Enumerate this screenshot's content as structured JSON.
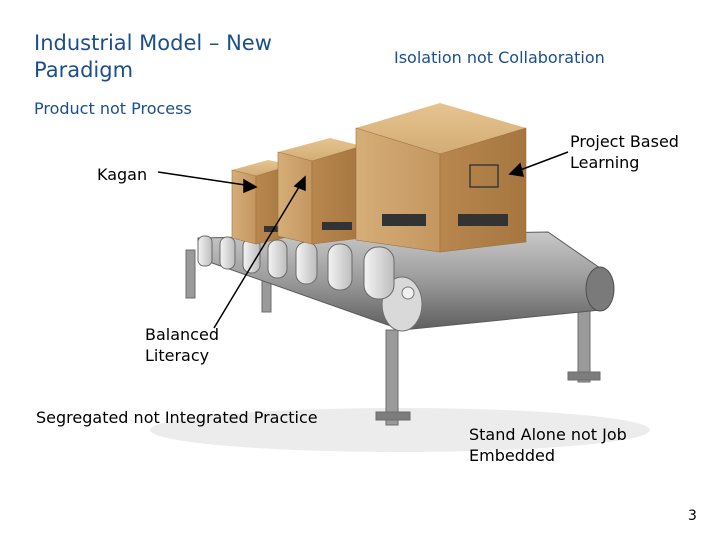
{
  "slide": {
    "title": "Industrial Model – New Paradigm",
    "page_number": "3"
  },
  "labels": {
    "isolation": "Isolation not Collaboration",
    "product": "Product not Process",
    "kagan": "Kagan",
    "project_based": "Project Based Learning",
    "balanced_literacy": "Balanced Literacy",
    "segregated": "Segregated not Integrated Practice",
    "stand_alone": "Stand Alone not Job Embedded"
  },
  "colors": {
    "title_blue": "#1a4f8c",
    "box_tan": "#c9a06a",
    "belt_gray": "#8a8a8a"
  }
}
